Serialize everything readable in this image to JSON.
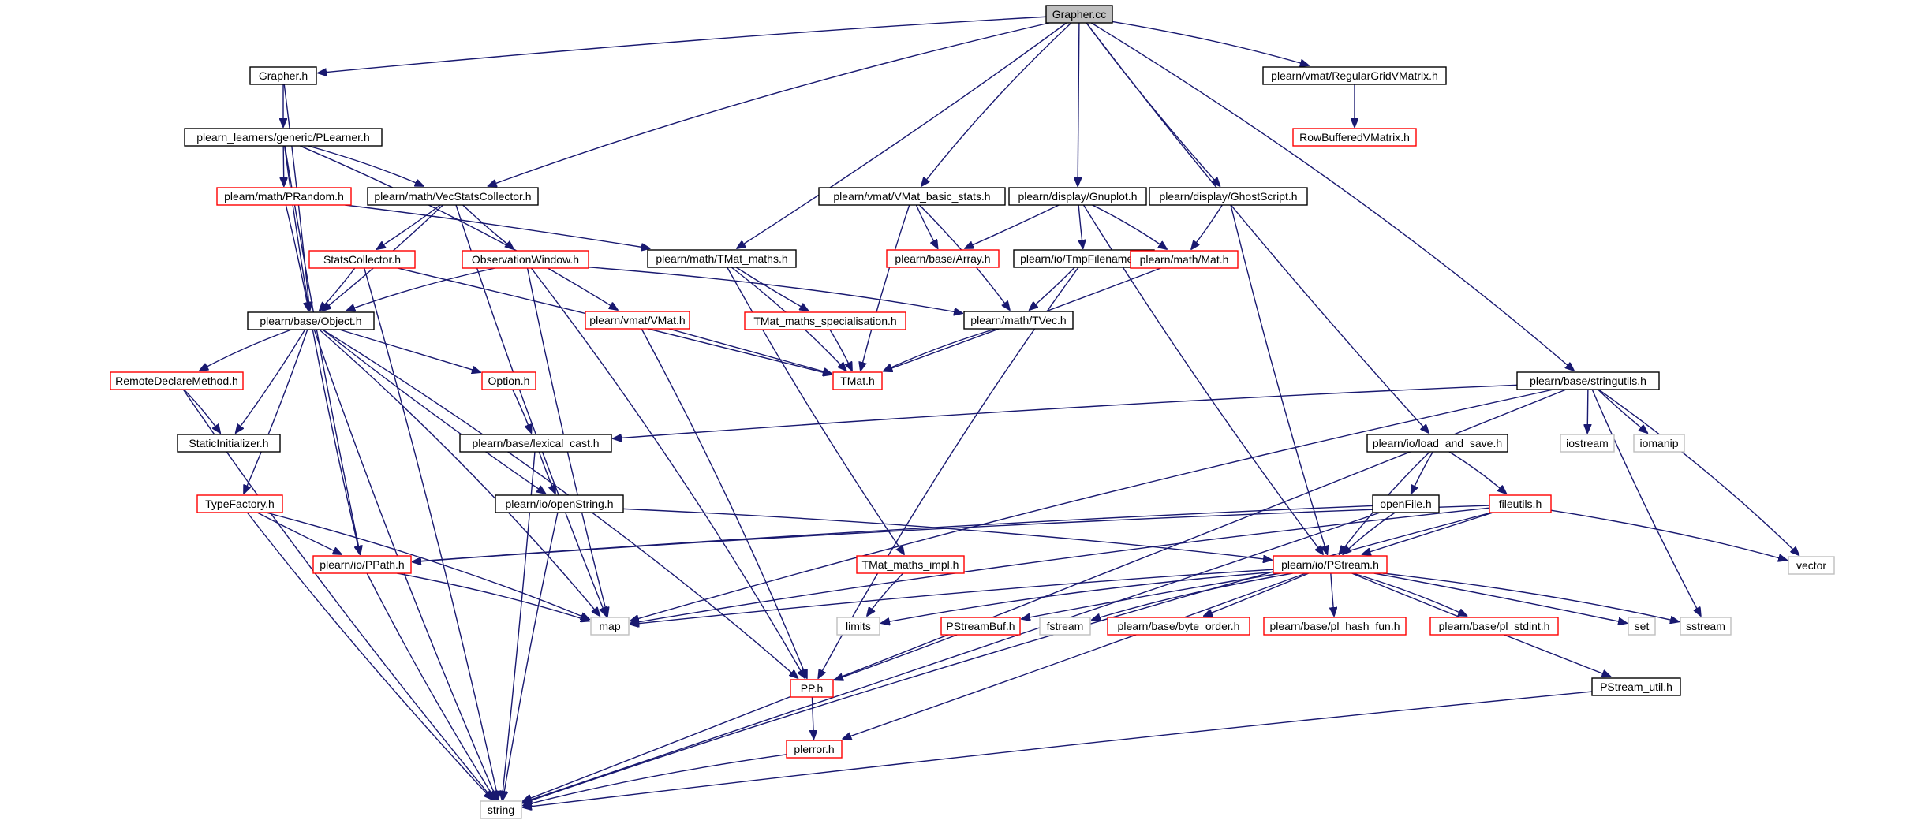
{
  "nodes": [
    {
      "id": "grapher_cc",
      "label": "Grapher.cc",
      "style": "root"
    },
    {
      "id": "grapher_h",
      "label": "Grapher.h",
      "style": "black"
    },
    {
      "id": "plearner",
      "label": "plearn_learners/generic/PLearner.h",
      "style": "black"
    },
    {
      "id": "prandom",
      "label": "plearn/math/PRandom.h",
      "style": "red"
    },
    {
      "id": "vecstats",
      "label": "plearn/math/VecStatsCollector.h",
      "style": "black"
    },
    {
      "id": "statscollector",
      "label": "StatsCollector.h",
      "style": "red"
    },
    {
      "id": "obswindow",
      "label": "ObservationWindow.h",
      "style": "red"
    },
    {
      "id": "object",
      "label": "plearn/base/Object.h",
      "style": "black"
    },
    {
      "id": "vmat_h",
      "label": "plearn/vmat/VMat.h",
      "style": "red"
    },
    {
      "id": "tmat_maths",
      "label": "plearn/math/TMat_maths.h",
      "style": "black"
    },
    {
      "id": "tmat_spec",
      "label": "TMat_maths_specialisation.h",
      "style": "red"
    },
    {
      "id": "vmat_basic",
      "label": "plearn/vmat/VMat_basic_stats.h",
      "style": "black"
    },
    {
      "id": "gnuplot",
      "label": "plearn/display/Gnuplot.h",
      "style": "black"
    },
    {
      "id": "ghostscript",
      "label": "plearn/display/GhostScript.h",
      "style": "black"
    },
    {
      "id": "array",
      "label": "plearn/base/Array.h",
      "style": "red"
    },
    {
      "id": "tmpfilenames",
      "label": "plearn/io/TmpFilenames.h",
      "style": "black"
    },
    {
      "id": "mat_h",
      "label": "plearn/math/Mat.h",
      "style": "red"
    },
    {
      "id": "tvec",
      "label": "plearn/math/TVec.h",
      "style": "black"
    },
    {
      "id": "tmat_h",
      "label": "TMat.h",
      "style": "red"
    },
    {
      "id": "regulargrid",
      "label": "plearn/vmat/RegularGridVMatrix.h",
      "style": "black"
    },
    {
      "id": "rowbuffered",
      "label": "RowBufferedVMatrix.h",
      "style": "red"
    },
    {
      "id": "stringutils",
      "label": "plearn/base/stringutils.h",
      "style": "black"
    },
    {
      "id": "remotedeclare",
      "label": "RemoteDeclareMethod.h",
      "style": "red"
    },
    {
      "id": "staticinit",
      "label": "StaticInitializer.h",
      "style": "black"
    },
    {
      "id": "option",
      "label": "Option.h",
      "style": "red"
    },
    {
      "id": "lexicalcast",
      "label": "plearn/base/lexical_cast.h",
      "style": "black"
    },
    {
      "id": "typefactory",
      "label": "TypeFactory.h",
      "style": "red"
    },
    {
      "id": "openstring",
      "label": "plearn/io/openString.h",
      "style": "black"
    },
    {
      "id": "ppath",
      "label": "plearn/io/PPath.h",
      "style": "red"
    },
    {
      "id": "loadsave",
      "label": "plearn/io/load_and_save.h",
      "style": "black"
    },
    {
      "id": "openfile",
      "label": "openFile.h",
      "style": "black"
    },
    {
      "id": "fileutils",
      "label": "fileutils.h",
      "style": "red"
    },
    {
      "id": "iostream",
      "label": "iostream",
      "style": "gray"
    },
    {
      "id": "iomanip",
      "label": "iomanip",
      "style": "gray"
    },
    {
      "id": "pstream",
      "label": "plearn/io/PStream.h",
      "style": "red"
    },
    {
      "id": "tmat_impl",
      "label": "TMat_maths_impl.h",
      "style": "red"
    },
    {
      "id": "vector",
      "label": "vector",
      "style": "gray"
    },
    {
      "id": "map",
      "label": "map",
      "style": "gray"
    },
    {
      "id": "limits",
      "label": "limits",
      "style": "gray"
    },
    {
      "id": "pstreambuf",
      "label": "PStreamBuf.h",
      "style": "red"
    },
    {
      "id": "fstream",
      "label": "fstream",
      "style": "gray"
    },
    {
      "id": "byteorder",
      "label": "plearn/base/byte_order.h",
      "style": "red"
    },
    {
      "id": "hashfun",
      "label": "plearn/base/pl_hash_fun.h",
      "style": "red"
    },
    {
      "id": "stdint",
      "label": "plearn/base/pl_stdint.h",
      "style": "red"
    },
    {
      "id": "set",
      "label": "set",
      "style": "gray"
    },
    {
      "id": "sstream",
      "label": "sstream",
      "style": "gray"
    },
    {
      "id": "pp_h",
      "label": "PP.h",
      "style": "red"
    },
    {
      "id": "pstreamutil",
      "label": "PStream_util.h",
      "style": "black"
    },
    {
      "id": "plerror",
      "label": "plerror.h",
      "style": "red"
    },
    {
      "id": "string",
      "label": "string",
      "style": "gray"
    }
  ],
  "edges": [
    [
      "grapher_cc",
      "grapher_h"
    ],
    [
      "grapher_cc",
      "vecstats"
    ],
    [
      "grapher_cc",
      "tmat_maths"
    ],
    [
      "grapher_cc",
      "vmat_basic"
    ],
    [
      "grapher_cc",
      "gnuplot"
    ],
    [
      "grapher_cc",
      "ghostscript"
    ],
    [
      "grapher_cc",
      "regulargrid"
    ],
    [
      "grapher_cc",
      "loadsave"
    ],
    [
      "grapher_cc",
      "stringutils"
    ],
    [
      "grapher_h",
      "plearner"
    ],
    [
      "grapher_h",
      "object"
    ],
    [
      "plearner",
      "prandom"
    ],
    [
      "plearner",
      "vecstats"
    ],
    [
      "plearner",
      "object"
    ],
    [
      "plearner",
      "vmat_h"
    ],
    [
      "plearner",
      "ppath"
    ],
    [
      "prandom",
      "object"
    ],
    [
      "prandom",
      "tmat_maths"
    ],
    [
      "vecstats",
      "statscollector"
    ],
    [
      "vecstats",
      "obswindow"
    ],
    [
      "vecstats",
      "object"
    ],
    [
      "vecstats",
      "map"
    ],
    [
      "statscollector",
      "object"
    ],
    [
      "statscollector",
      "tmat_h"
    ],
    [
      "statscollector",
      "string"
    ],
    [
      "obswindow",
      "object"
    ],
    [
      "obswindow",
      "tvec"
    ],
    [
      "obswindow",
      "map"
    ],
    [
      "obswindow",
      "pp_h"
    ],
    [
      "vmat_h",
      "tmat_h"
    ],
    [
      "vmat_h",
      "pp_h"
    ],
    [
      "tmat_maths",
      "tmat_spec"
    ],
    [
      "tmat_maths",
      "tmat_h"
    ],
    [
      "tmat_maths",
      "tmat_impl"
    ],
    [
      "tmat_spec",
      "tmat_h"
    ],
    [
      "vmat_basic",
      "array"
    ],
    [
      "vmat_basic",
      "tvec"
    ],
    [
      "vmat_basic",
      "tmat_h"
    ],
    [
      "gnuplot",
      "array"
    ],
    [
      "gnuplot",
      "tmpfilenames"
    ],
    [
      "gnuplot",
      "mat_h"
    ],
    [
      "gnuplot",
      "pstream"
    ],
    [
      "ghostscript",
      "mat_h"
    ],
    [
      "ghostscript",
      "pstream"
    ],
    [
      "tmpfilenames",
      "tvec"
    ],
    [
      "tmpfilenames",
      "pp_h"
    ],
    [
      "mat_h",
      "tmat_h"
    ],
    [
      "tvec",
      "tmat_h"
    ],
    [
      "regulargrid",
      "rowbuffered"
    ],
    [
      "object",
      "remotedeclare"
    ],
    [
      "object",
      "staticinit"
    ],
    [
      "object",
      "option"
    ],
    [
      "object",
      "typefactory"
    ],
    [
      "object",
      "ppath"
    ],
    [
      "object",
      "map"
    ],
    [
      "object",
      "openstring"
    ],
    [
      "object",
      "pp_h"
    ],
    [
      "object",
      "string"
    ],
    [
      "remotedeclare",
      "staticinit"
    ],
    [
      "remotedeclare",
      "string"
    ],
    [
      "option",
      "lexicalcast"
    ],
    [
      "lexicalcast",
      "openstring"
    ],
    [
      "lexicalcast",
      "string"
    ],
    [
      "typefactory",
      "ppath"
    ],
    [
      "typefactory",
      "map"
    ],
    [
      "typefactory",
      "string"
    ],
    [
      "openstring",
      "pstream"
    ],
    [
      "openstring",
      "string"
    ],
    [
      "ppath",
      "map"
    ],
    [
      "ppath",
      "string"
    ],
    [
      "stringutils",
      "lexicalcast"
    ],
    [
      "stringutils",
      "map"
    ],
    [
      "stringutils",
      "iostream"
    ],
    [
      "stringutils",
      "iomanip"
    ],
    [
      "stringutils",
      "vector"
    ],
    [
      "stringutils",
      "sstream"
    ],
    [
      "stringutils",
      "string"
    ],
    [
      "loadsave",
      "openfile"
    ],
    [
      "loadsave",
      "fileutils"
    ],
    [
      "loadsave",
      "pstream"
    ],
    [
      "openfile",
      "ppath"
    ],
    [
      "openfile",
      "pstream"
    ],
    [
      "openfile",
      "string"
    ],
    [
      "fileutils",
      "ppath"
    ],
    [
      "fileutils",
      "pstream"
    ],
    [
      "fileutils",
      "map"
    ],
    [
      "fileutils",
      "vector"
    ],
    [
      "fileutils",
      "string"
    ],
    [
      "pstream",
      "map"
    ],
    [
      "pstream",
      "limits"
    ],
    [
      "pstream",
      "pstreambuf"
    ],
    [
      "pstream",
      "fstream"
    ],
    [
      "pstream",
      "byteorder"
    ],
    [
      "pstream",
      "hashfun"
    ],
    [
      "pstream",
      "stdint"
    ],
    [
      "pstream",
      "set"
    ],
    [
      "pstream",
      "sstream"
    ],
    [
      "pstream",
      "pstreamutil"
    ],
    [
      "pstream",
      "plerror"
    ],
    [
      "tmat_impl",
      "limits"
    ],
    [
      "pstreambuf",
      "pp_h"
    ],
    [
      "pp_h",
      "plerror"
    ],
    [
      "pstreamutil",
      "string"
    ],
    [
      "plerror",
      "string"
    ]
  ]
}
